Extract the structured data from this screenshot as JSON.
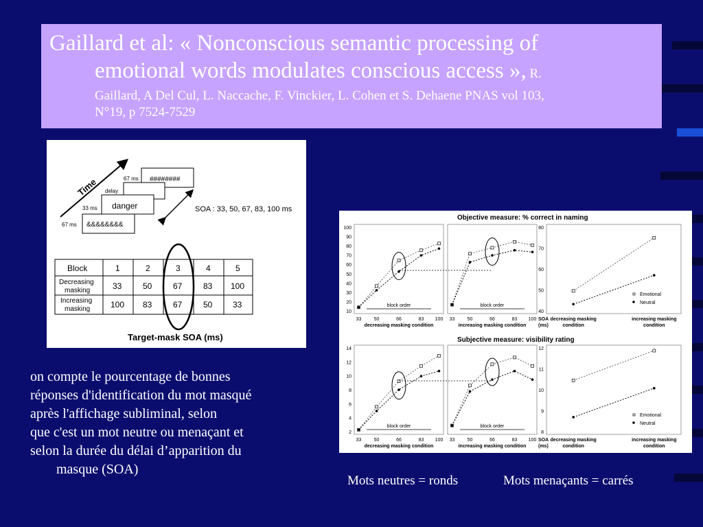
{
  "title": {
    "line1": "Gaillard et al: « Nonconscious semantic processing of",
    "line2": "emotional words modulates conscious access »,",
    "line2_small": " R.",
    "line3": "Gaillard, A Del Cul, L. Naccache, F. Vinckier, L. Cohen et S. Dehaene PNAS vol 103,",
    "line4": "N°19, p 7524-7529"
  },
  "fig1": {
    "time": "Time",
    "mask_top": "########",
    "t67a": "67 ms",
    "delay": "delay",
    "word": "danger",
    "t33": "33 ms",
    "mask_bottom": "&&&&&&&&",
    "t67b": "67 ms",
    "soa": "SOA : 33, 50, 67, 83, 100 ms",
    "table": {
      "header": [
        "Block",
        "1",
        "2",
        "3",
        "4",
        "5"
      ],
      "rows": [
        {
          "label1": "Decreasing",
          "label2": "masking",
          "values": [
            "33",
            "50",
            "67",
            "83",
            "100"
          ]
        },
        {
          "label1": "Increasing",
          "label2": "masking",
          "values": [
            "100",
            "83",
            "67",
            "50",
            "33"
          ]
        }
      ]
    },
    "xlabel": "Target-mask SOA (ms)"
  },
  "fig2": {
    "title_top": "Objective measure: % correct in naming",
    "title_bottom": "Subjective measure: visibility rating",
    "block_order": "block order",
    "soa": "SOA",
    "ms": "(ms)",
    "xticks": [
      "33",
      "50",
      "66",
      "83",
      "100"
    ],
    "dec_cond": "decreasing masking condition",
    "inc_cond": "increasing masking condition",
    "cond_dec1": "decreasing masking",
    "cond_inc1": "increasing masking",
    "condition": "condition",
    "legend_emotional": "Emotional",
    "legend_neutral": "Neutral",
    "top_yticks": [
      "100",
      "90",
      "80",
      "70",
      "60",
      "50",
      "40",
      "30",
      "20",
      "10"
    ],
    "top_right_yticks": [
      "80",
      "70",
      "60",
      "50",
      "40"
    ],
    "bottom_yticks": [
      "14",
      "12",
      "10",
      "8",
      "6",
      "4",
      "2"
    ],
    "bottom_right_yticks": [
      "12",
      "11",
      "10",
      "9",
      "8"
    ]
  },
  "bullets": [
    "on compte le pourcentage de bonnes",
    "réponses  d'identification du mot masqué",
    "après l'affichage subliminal, selon",
    "que c'est un mot neutre ou menaçant et",
    "selon la durée du délai d’apparition du",
    "masque (SOA)"
  ],
  "caption": {
    "neutral": "Mots neutres = ronds",
    "threat": "Mots menaçants = carrés"
  },
  "colors": {
    "background": "#0b0d6e",
    "title_box": "#c6a3ff",
    "stripe": "#000000",
    "accent_stripe": "#1a4fd8"
  }
}
